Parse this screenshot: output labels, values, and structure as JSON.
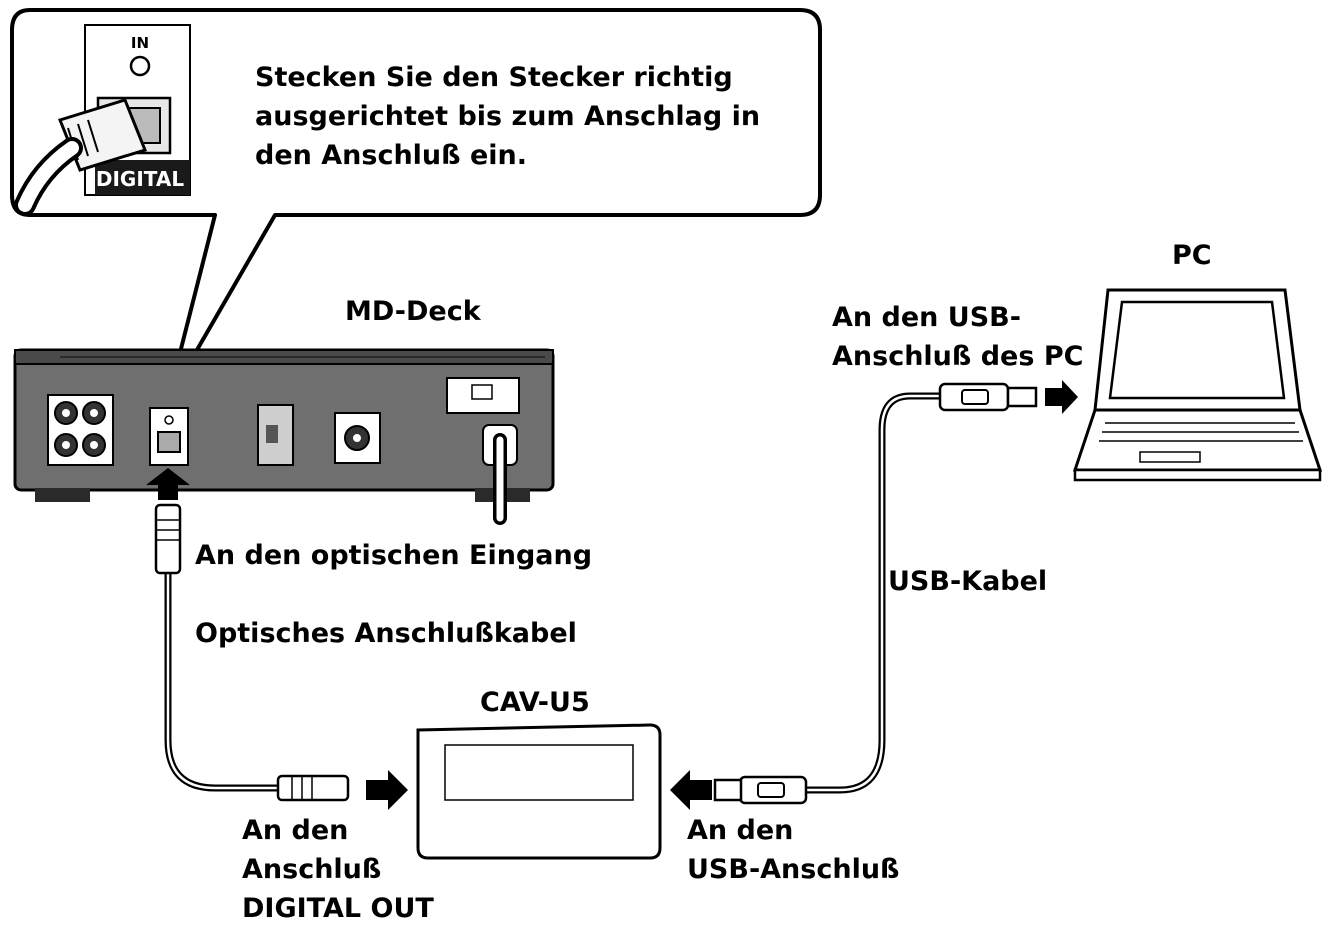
{
  "callout": {
    "lines": [
      "Stecken Sie den Stecker richtig",
      "ausgerichtet bis zum Anschlag in",
      "den Anschluß ein."
    ],
    "jack_in_label": "IN",
    "jack_digital_label": "DIGITAL"
  },
  "devices": {
    "md_deck": "MD-Deck",
    "pc": "PC",
    "cav": "CAV-U5"
  },
  "labels": {
    "usb_pc": [
      "An den USB-",
      "Anschluß des PC"
    ],
    "optical_input": "An den optischen Eingang",
    "optical_cable": "Optisches Anschlußkabel",
    "usb_cable": "USB-Kabel",
    "digital_out": [
      "An den",
      "Anschluß",
      "DIGITAL OUT"
    ],
    "usb_port": [
      "An den",
      "USB-Anschluß"
    ]
  },
  "colors": {
    "line": "#000000",
    "panel": "#6f6f6f",
    "panel_dark": "#4a4a4a",
    "background": "#ffffff"
  }
}
